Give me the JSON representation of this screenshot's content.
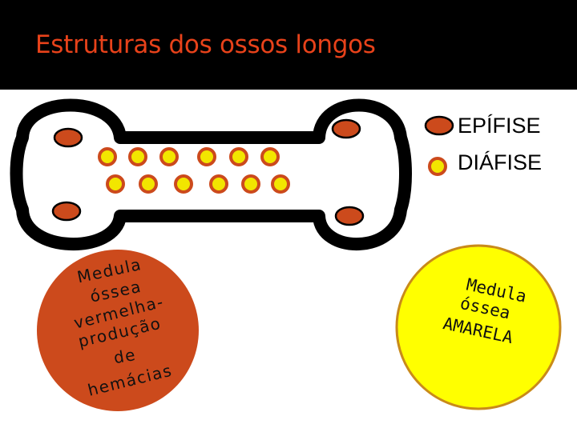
{
  "slide": {
    "title": "Estruturas dos ossos longos"
  },
  "legend": {
    "items": [
      {
        "label": "EPÍFISE",
        "marker": "epiphysis-dot"
      },
      {
        "label": "DIÁFISE",
        "marker": "diaphysis-dot"
      }
    ]
  },
  "red_marrow": {
    "lines": [
      "Medula",
      "óssea",
      "vermelha-",
      "produção",
      "de",
      "hemácias"
    ]
  },
  "yellow_marrow": {
    "lines": [
      "Medula",
      "óssea",
      "AMARELA"
    ]
  },
  "colors": {
    "title": "#e8421a",
    "title_bar": "#000000",
    "epiphysis_fill": "#cc4a1c",
    "diaphysis_fill": "#f2e600",
    "red_marrow_fill": "#cc4a1c",
    "yellow_marrow_fill": "#ffff00",
    "bone_outline": "#000000"
  }
}
